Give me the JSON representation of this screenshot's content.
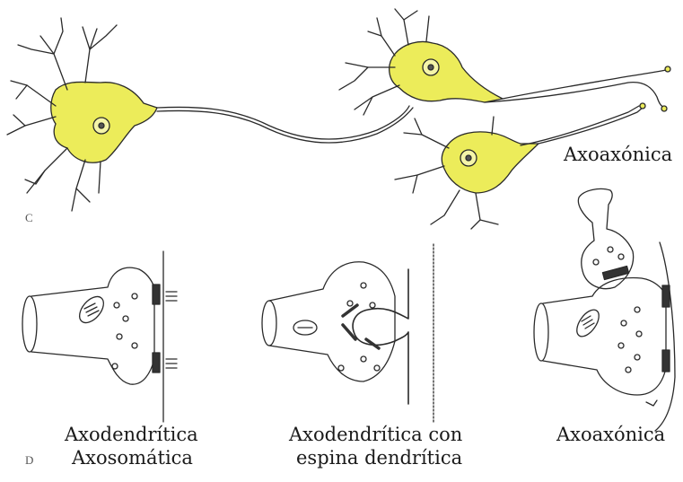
{
  "panels": {
    "c": {
      "letter": "C",
      "label": "Axoaxónica"
    },
    "d": {
      "letter": "D",
      "labels": {
        "left_line1": "Axodendrítica",
        "left_line2": "Axosomática",
        "middle_line1": "Axodendrítica con",
        "middle_line2": "espina dendrítica",
        "right": "Axoaxónica"
      }
    }
  },
  "colors": {
    "soma_fill": "#ecec5a",
    "soma_stroke": "#3a3a1a",
    "line": "#222222"
  }
}
